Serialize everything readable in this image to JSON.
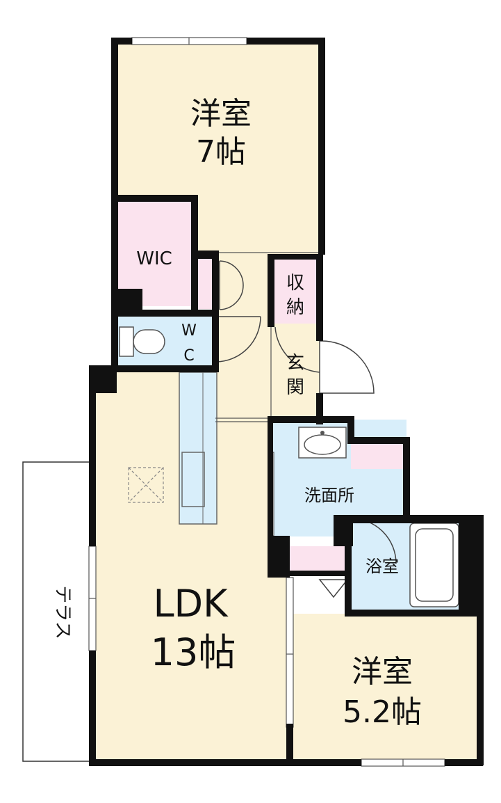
{
  "rooms": {
    "bedroom_north": {
      "name": "洋室",
      "size": "7帖"
    },
    "wic": {
      "name": "WIC"
    },
    "storage": {
      "line1": "収",
      "line2": "納"
    },
    "wc": {
      "line1": "W",
      "line2": "C"
    },
    "entrance": {
      "line1": "玄",
      "line2": "関"
    },
    "washroom": {
      "name": "洗面所"
    },
    "bathroom": {
      "name": "浴室"
    },
    "ldk": {
      "name": "LDK",
      "size": "13帖"
    },
    "bedroom_south": {
      "name": "洋室",
      "size": "5.2帖"
    },
    "terrace": {
      "name": "テラス"
    }
  },
  "colors": {
    "room": "#fbf2d6",
    "wet_area": "#d8eefa",
    "closet": "#fbe3ee",
    "wall": "#111111"
  }
}
